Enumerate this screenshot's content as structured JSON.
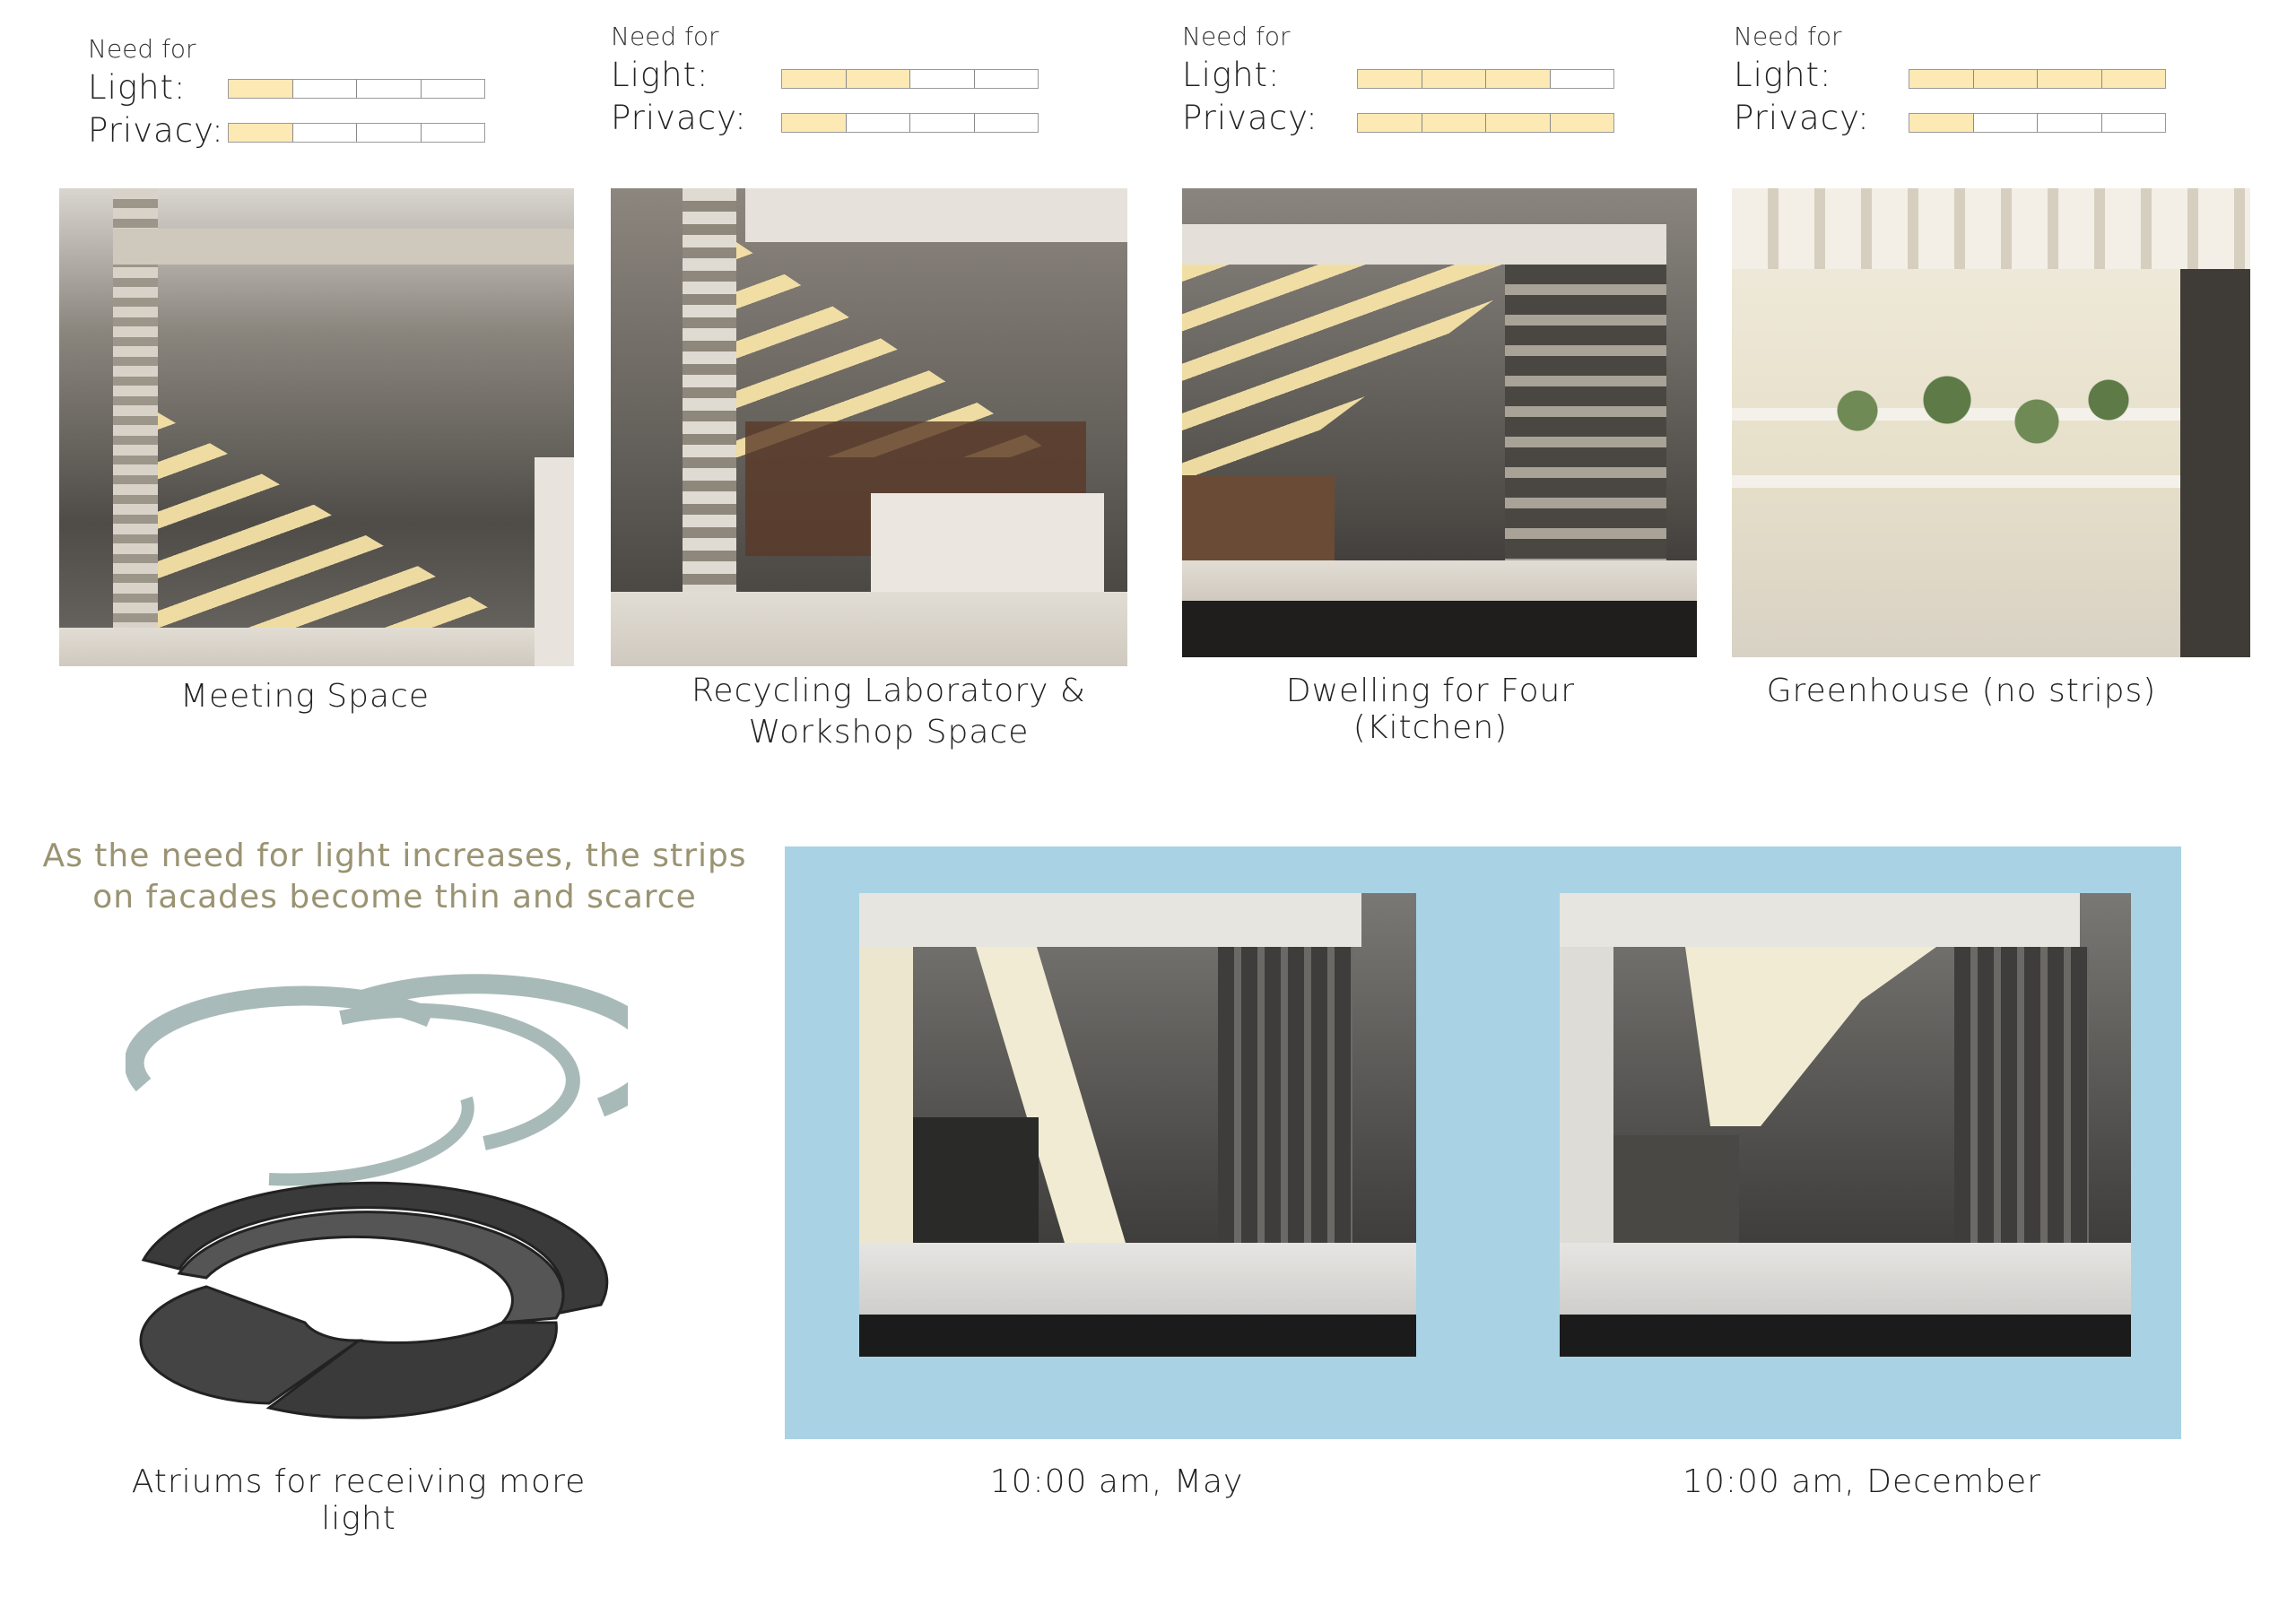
{
  "spaces": [
    {
      "need_for": "Need for",
      "light_label": "Light:",
      "privacy_label": "Privacy:",
      "light": 1,
      "privacy": 1,
      "max": 4,
      "caption": "Meeting Space"
    },
    {
      "need_for": "Need for",
      "light_label": "Light:",
      "privacy_label": "Privacy:",
      "light": 2,
      "privacy": 1,
      "max": 4,
      "caption_line1": "Recycling Laboratory &",
      "caption_line2": "Workshop Space"
    },
    {
      "need_for": "Need for",
      "light_label": "Light:",
      "privacy_label": "Privacy:",
      "light": 3,
      "privacy": 4,
      "max": 4,
      "caption": "Dwelling for Four (Kitchen)"
    },
    {
      "need_for": "Need for",
      "light_label": "Light:",
      "privacy_label": "Privacy:",
      "light": 4,
      "privacy": 1,
      "max": 4,
      "caption": "Greenhouse (no strips)"
    }
  ],
  "note": {
    "line1": "As the need for light increases, the strips",
    "line2": "on facades become thin and scarce"
  },
  "atrium_caption": "Atriums for receiving more light",
  "time_studies": [
    {
      "caption": "10:00 am, May"
    },
    {
      "caption": "10:00 am, December"
    }
  ],
  "colors": {
    "bar_fill": "#fde9b4",
    "note_text": "#9a9372",
    "panel_bg": "#a9d3e5"
  }
}
